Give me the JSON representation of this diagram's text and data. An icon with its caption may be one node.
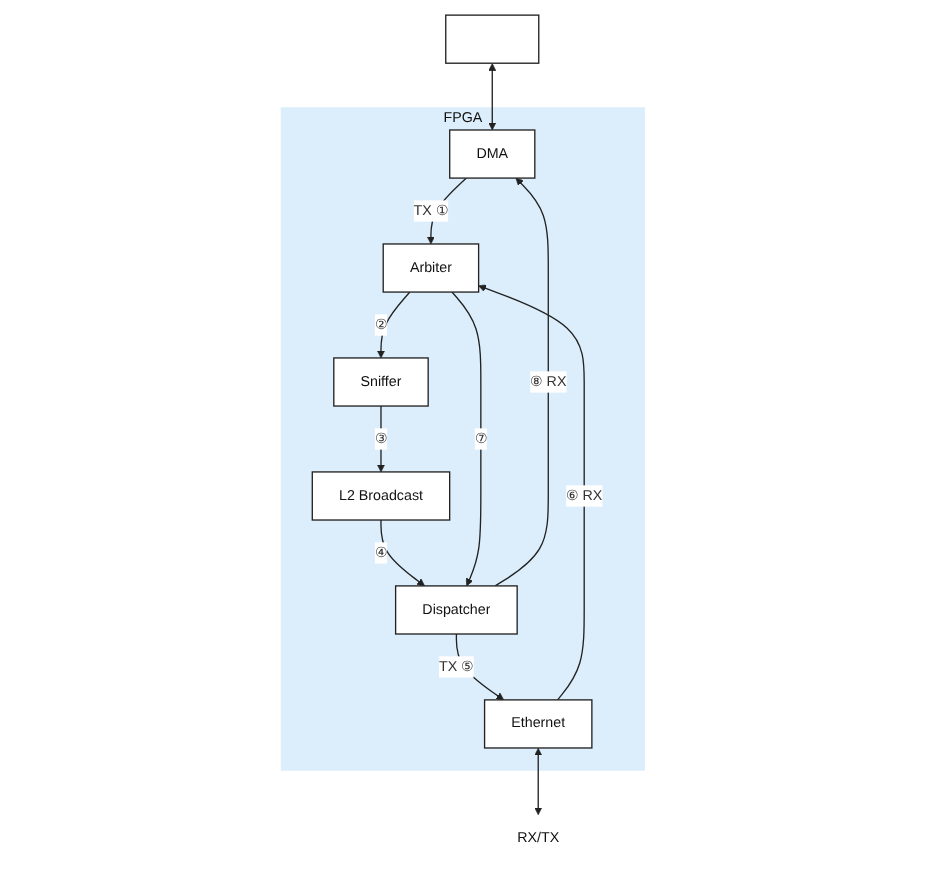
{
  "diagram": {
    "nodes": [
      {
        "text": [
          "FPGA"
        ]
      },
      {
        "text": [],
        "shape": "box"
      },
      {
        "text": [
          "DMA"
        ],
        "in": 0
      },
      {
        "text": [
          "Arbiter"
        ],
        "in": 0
      },
      {
        "text": [
          "Sniffer"
        ],
        "in": 0
      },
      {
        "text": [
          "L2 Broadcast"
        ],
        "in": 0
      },
      {
        "text": [
          "Dispatcher"
        ],
        "in": 0
      },
      {
        "text": [
          "Ethernet"
        ],
        "in": 0
      },
      {
        "text": [
          "RX/TX"
        ]
      }
    ],
    "edges": [
      {
        "from": 1,
        "to": 2,
        "arrow": "both"
      },
      {
        "from": 2,
        "to": 3,
        "arrow": "to",
        "label": "TX ①"
      },
      {
        "from": 3,
        "to": 4,
        "arrow": "to",
        "label": "②"
      },
      {
        "from": 4,
        "to": 5,
        "arrow": "to",
        "label": "③"
      },
      {
        "from": 5,
        "to": 6,
        "arrow": "to",
        "label": "④"
      },
      {
        "from": 3,
        "to": 6,
        "arrow": "to",
        "label": "⑦"
      },
      {
        "from": 6,
        "to": 7,
        "arrow": "to",
        "label": "TX ⑤"
      },
      {
        "from": 7,
        "to": 3,
        "arrow": "to",
        "label": "⑥ RX"
      },
      {
        "from": 6,
        "to": 2,
        "arrow": "to",
        "label": "⑧ RX"
      },
      {
        "from": 7,
        "to": 8,
        "arrow": "both"
      }
    ]
  }
}
